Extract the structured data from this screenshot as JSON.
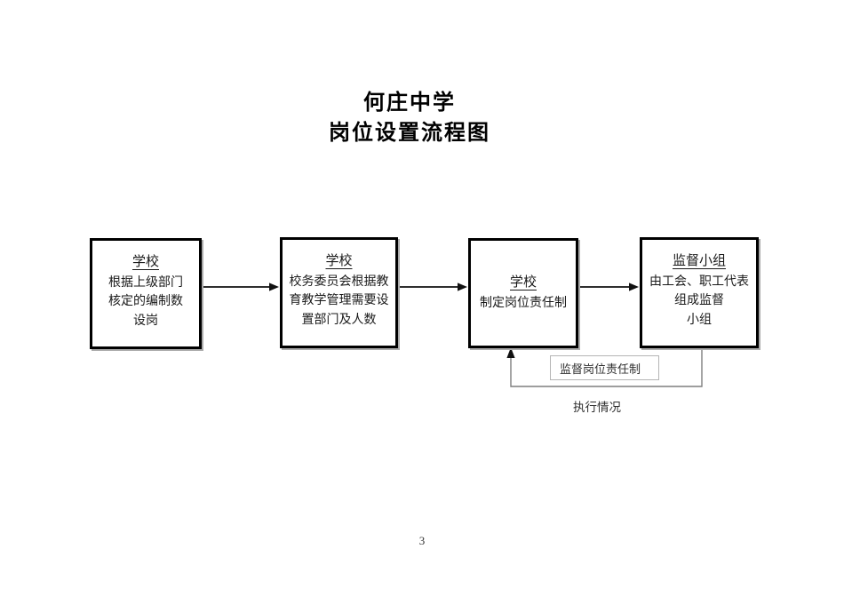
{
  "page": {
    "title_line1": "何庄中学",
    "title_line2": "岗位设置流程图",
    "page_number": "3"
  },
  "flowchart": {
    "boxes": [
      {
        "heading": "学校",
        "lines": [
          "根据上级部门",
          "核定的编制数",
          "设岗"
        ]
      },
      {
        "heading": "学校",
        "lines": [
          "校务委员会根据教",
          "育教学管理需要设",
          "置部门及人数"
        ]
      },
      {
        "heading": "学校",
        "lines": [
          "制定岗位责任制"
        ]
      },
      {
        "heading": "监督小组",
        "lines": [
          "由工会、职工代表",
          "组成监督",
          "小组"
        ]
      }
    ],
    "feedback": {
      "label": "监督岗位责任制",
      "annotation": "执行情况"
    },
    "colors": {
      "box_border": "#000000",
      "box_shadow": "#ababab",
      "arrow": "#111111",
      "feedback_line": "#7f7f7f",
      "feedback_label_border": "#b5b5b5",
      "text": "#1a1a1a"
    }
  }
}
